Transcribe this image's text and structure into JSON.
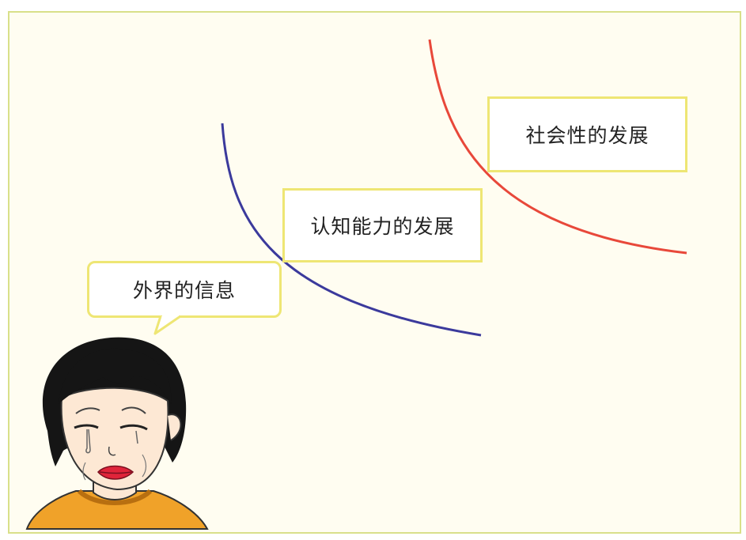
{
  "labels": {
    "social_development": "社会性的发展",
    "cognitive_development": "认知能力的发展",
    "external_information": "外界的信息"
  },
  "colors": {
    "frame_border": "#d9e08a",
    "box_border": "#eee674",
    "cognitive_curve": "#3b3a9c",
    "social_curve": "#e8483a",
    "shirt": "#f0a229"
  },
  "icons": {
    "figure": "crying-child-illustration"
  }
}
